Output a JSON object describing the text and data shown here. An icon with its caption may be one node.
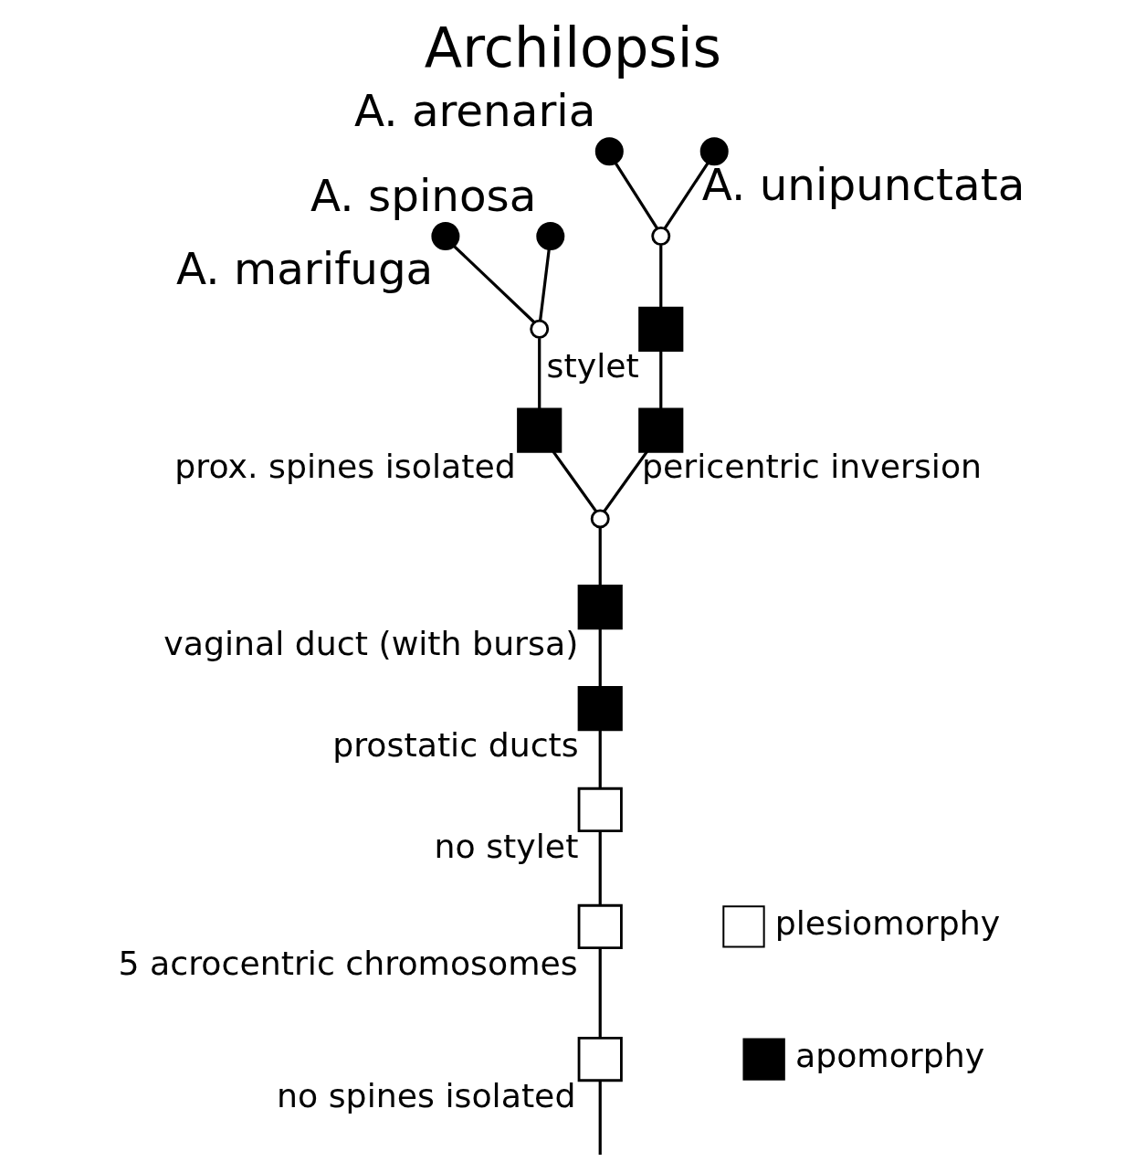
{
  "diagram": {
    "title": "Archilopsis",
    "nodes": [
      {
        "text": [],
        "shape": "circle",
        "beside": [
          "A. marifuga"
        ]
      },
      {
        "text": [],
        "shape": "circle",
        "beside": [
          "A. spinosa"
        ]
      },
      {
        "text": [],
        "shape": "circle",
        "beside": [
          "A. arenaria"
        ]
      },
      {
        "text": [],
        "shape": "circle",
        "beside": [
          "A. unipunctata"
        ]
      },
      {
        "text": [],
        "shape": "circle"
      },
      {
        "text": [],
        "shape": "circle"
      },
      {
        "text": [],
        "shape": "box",
        "beside": [
          "stylet"
        ]
      },
      {
        "text": [],
        "shape": "box",
        "beside": [
          "prox. spines isolated"
        ]
      },
      {
        "text": [],
        "shape": "box",
        "beside": [
          "pericentric inversion"
        ]
      },
      {
        "text": [],
        "shape": "circle"
      },
      {
        "text": [],
        "shape": "box",
        "beside": [
          "vaginal duct (with bursa)"
        ]
      },
      {
        "text": [],
        "shape": "box",
        "beside": [
          "prostatic ducts"
        ]
      },
      {
        "text": [],
        "shape": "box",
        "beside": [
          "no stylet"
        ]
      },
      {
        "text": [],
        "shape": "box",
        "beside": [
          "5 acrocentric chromosomes"
        ]
      },
      {
        "text": [],
        "shape": "box",
        "beside": [
          "no spines isolated"
        ]
      }
    ],
    "edges": [
      {
        "from": 4,
        "to": 0,
        "arrow": "none"
      },
      {
        "from": 4,
        "to": 1,
        "arrow": "none"
      },
      {
        "from": 5,
        "to": 2,
        "arrow": "none"
      },
      {
        "from": 5,
        "to": 3,
        "arrow": "none"
      },
      {
        "from": 7,
        "to": 4,
        "arrow": "none"
      },
      {
        "from": 6,
        "to": 5,
        "arrow": "none"
      },
      {
        "from": 8,
        "to": 6,
        "arrow": "none"
      },
      {
        "from": 9,
        "to": 7,
        "arrow": "none"
      },
      {
        "from": 9,
        "to": 8,
        "arrow": "none"
      },
      {
        "from": 10,
        "to": 9,
        "arrow": "none"
      },
      {
        "from": 11,
        "to": 10,
        "arrow": "none"
      },
      {
        "from": 12,
        "to": 11,
        "arrow": "none"
      },
      {
        "from": 13,
        "to": 12,
        "arrow": "none"
      },
      {
        "from": 14,
        "to": 13,
        "arrow": "none"
      },
      {
        "from": null,
        "to": 14,
        "arrow": "none"
      }
    ],
    "legend": [
      {
        "text": "plesiomorphy",
        "color": "#ffffff"
      },
      {
        "text": "apomorphy",
        "color": "#000000"
      }
    ]
  }
}
